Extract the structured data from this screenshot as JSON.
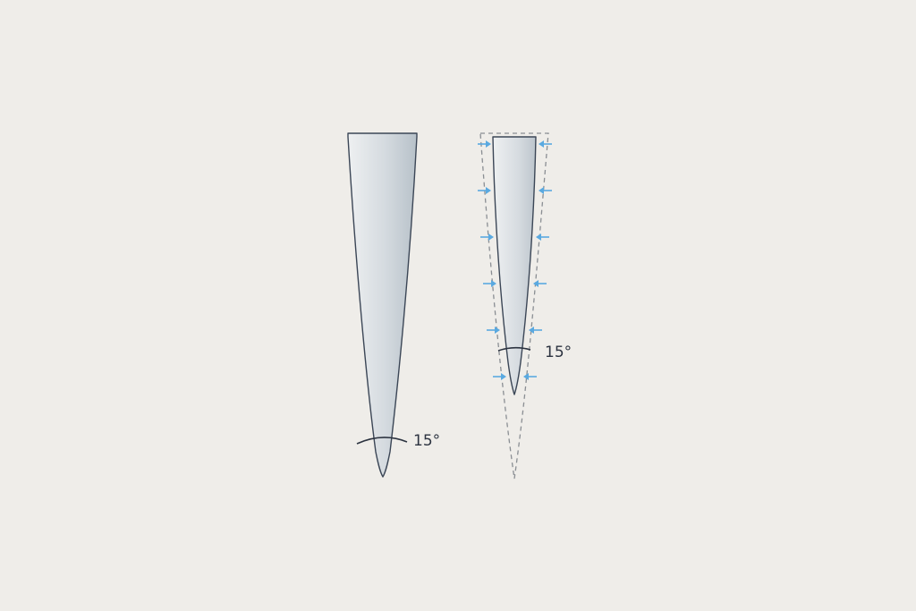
{
  "colors": {
    "background": "#efede9",
    "blade_fill_light": "#f0f1f2",
    "blade_fill_dark": "#b9c3cb",
    "blade_outline": "#3b4656",
    "dashed_outline": "#8a8e93",
    "arrow": "#5aa9e0"
  },
  "left_blade": {
    "angle_label": "15°"
  },
  "right_blade": {
    "angle_label": "15°",
    "arrow_rows": 6,
    "arrow_direction": "inward"
  }
}
